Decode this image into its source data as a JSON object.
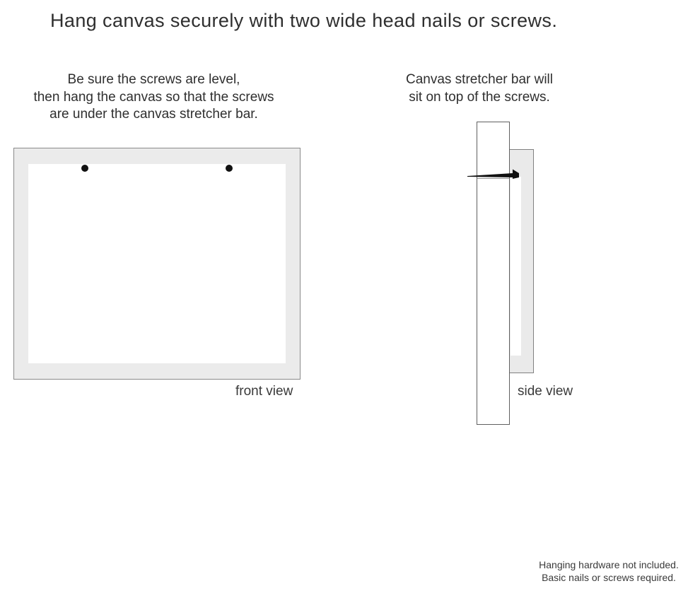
{
  "title": "Hang canvas securely with two wide head nails or screws.",
  "front_section": {
    "instruction_lines": [
      "Be sure the screws are level,",
      "then hang the canvas so that the screws",
      "are under the canvas stretcher bar."
    ],
    "view_label": "front view",
    "screw_count": 2
  },
  "side_section": {
    "instruction_lines": [
      "Canvas stretcher bar will",
      "sit on top of the screws."
    ],
    "view_label": "side view"
  },
  "footnote_lines": [
    "Hanging hardware not included.",
    "Basic nails or screws required."
  ],
  "colors": {
    "canvas_fill": "#ebebeb",
    "canvas_border": "#8a8a8a",
    "bar_border": "#606060",
    "text": "#383838",
    "nail_black": "#111111"
  }
}
